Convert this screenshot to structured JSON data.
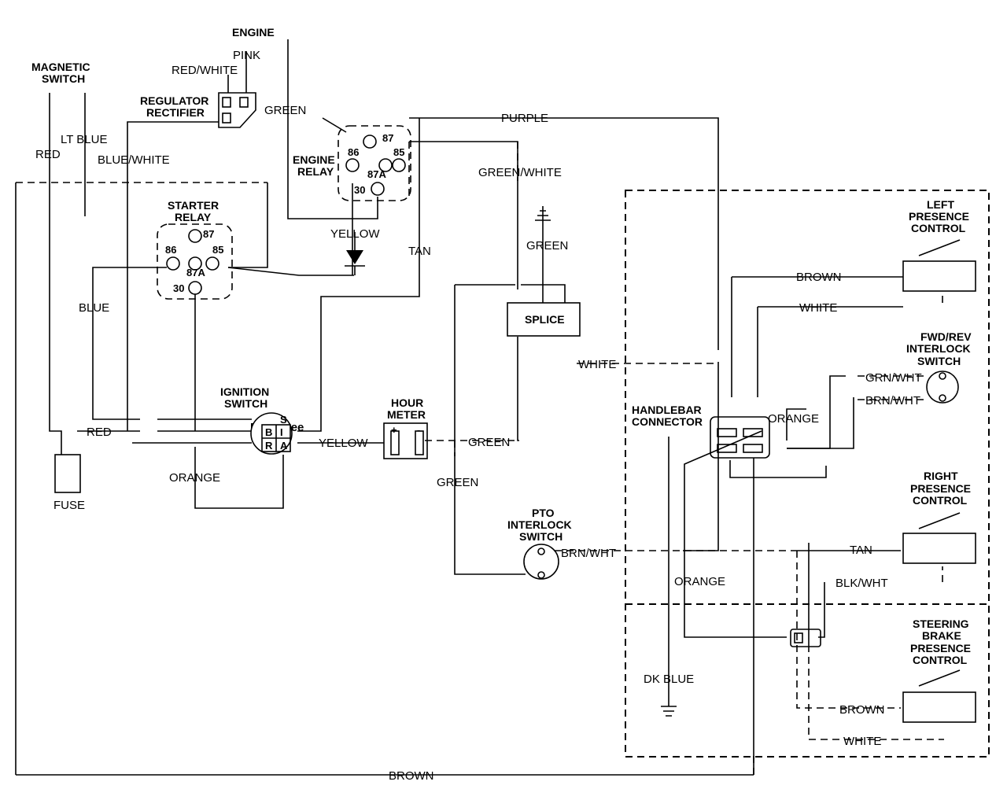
{
  "watermark": "PartsTree",
  "components": {
    "magnetic_switch": [
      "MAGNETIC",
      "SWITCH"
    ],
    "engine": "ENGINE",
    "regulator": [
      "REGULATOR",
      "RECTIFIER"
    ],
    "engine_relay": [
      "ENGINE",
      "RELAY"
    ],
    "starter_relay": [
      "STARTER",
      "RELAY"
    ],
    "ignition_switch": [
      "IGNITION",
      "SWITCH"
    ],
    "hour_meter": [
      "HOUR",
      "METER"
    ],
    "splice": "SPLICE",
    "fuse": "FUSE",
    "pto_switch": [
      "PTO",
      "INTERLOCK",
      "SWITCH"
    ],
    "handlebar_connector": [
      "HANDLEBAR",
      "CONNECTOR"
    ],
    "left_presence": [
      "LEFT",
      "PRESENCE",
      "CONTROL"
    ],
    "fwd_rev": [
      "FWD/REV",
      "INTERLOCK",
      "SWITCH"
    ],
    "right_presence": [
      "RIGHT",
      "PRESENCE",
      "CONTROL"
    ],
    "steering_brake": [
      "STEERING",
      "BRAKE",
      "PRESENCE",
      "CONTROL"
    ]
  },
  "relay_pins": {
    "p86": "86",
    "p87": "87",
    "p85": "85",
    "p87a": "87A",
    "p30": "30"
  },
  "ignition_terminals": {
    "s": "S",
    "b": "B",
    "i": "I",
    "r": "R",
    "a": "A"
  },
  "meter_terminals": {
    "plus": "+",
    "minus": "-"
  },
  "wires": {
    "red_white": "RED/WHITE",
    "pink": "PINK",
    "green_engine": "GREEN",
    "lt_blue": "LT BLUE",
    "red_top": "RED",
    "blue_white": "BLUE/WHITE",
    "purple": "PURPLE",
    "green_white": "GREEN/WHITE",
    "yellow_diode": "YELLOW",
    "tan_relay": "TAN",
    "green_ground": "GREEN",
    "blue": "BLUE",
    "brown_left": "BROWN",
    "white_left": "WHITE",
    "white_mid": "WHITE",
    "grn_wht": "GRN/WHT",
    "brn_wht_fwd": "BRN/WHT",
    "orange_conn": "ORANGE",
    "red_fuse": "RED",
    "yellow_meter": "YELLOW",
    "green_meter": "GREEN",
    "orange_ign": "ORANGE",
    "green_vertical": "GREEN",
    "brn_wht_pto": "BRN/WHT",
    "tan_right": "TAN",
    "orange_lower": "ORANGE",
    "blk_wht": "BLK/WHT",
    "dk_blue": "DK BLUE",
    "brown_brake": "BROWN",
    "white_brake": "WHITE",
    "brown_bottom": "BROWN"
  }
}
